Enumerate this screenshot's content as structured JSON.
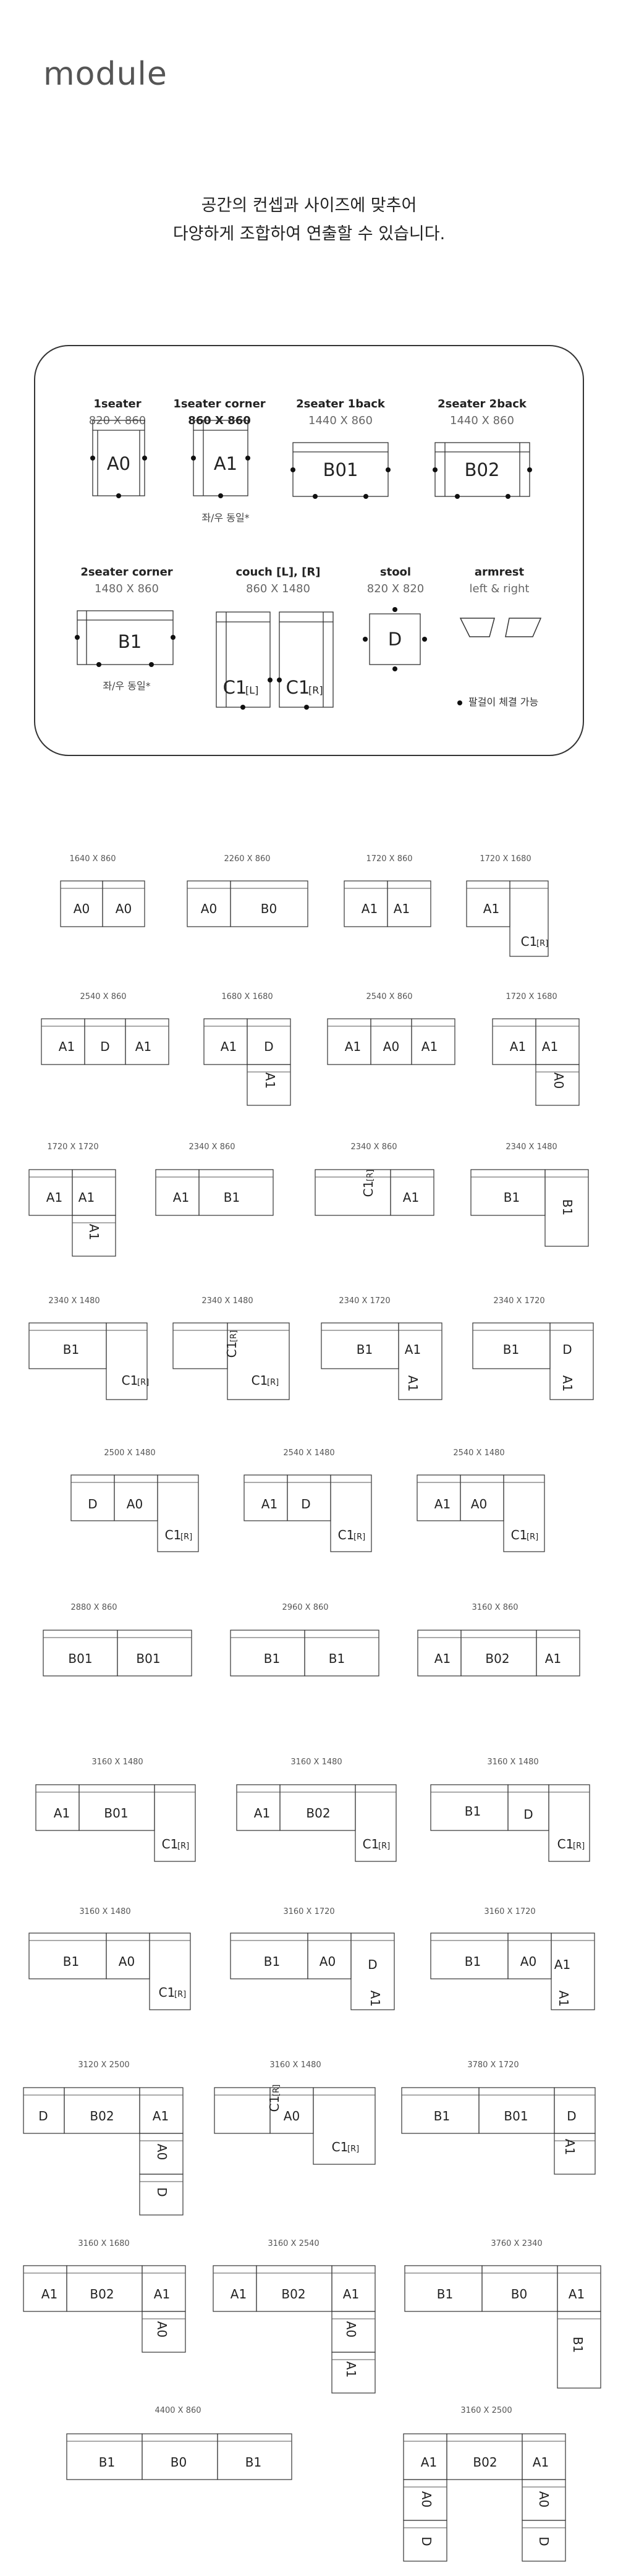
{
  "brand": "module",
  "intro": {
    "line1": "공간의 컨셉과 사이즈에 맞추어",
    "line2": "다양하게 조합하여 연출할 수 있습니다."
  },
  "modules": [
    {
      "name": "1seater",
      "size": "820 X 860",
      "code": "A0"
    },
    {
      "name": "1seater corner",
      "size": "860 X 860",
      "code": "A1",
      "note": "좌/우 동일*"
    },
    {
      "name": "2seater 1back",
      "size": "1440 X 860",
      "code": "B01"
    },
    {
      "name": "2seater 2back",
      "size": "1440 X 860",
      "code": "B02"
    },
    {
      "name": "2seater corner",
      "size": "1480 X 860",
      "code": "B1",
      "note": "좌/우 동일*"
    },
    {
      "name": "couch [L], [R]",
      "size": "860 X 1480",
      "code_l": "C1",
      "code_l_sub": "[L]",
      "code_r": "C1",
      "code_r_sub": "[R]"
    },
    {
      "name": "stool",
      "size": "820 X 820",
      "code": "D"
    },
    {
      "name": "armrest",
      "size": "left & right"
    }
  ],
  "legend": "팔걸이 체결 가능",
  "combo_titles": [
    "1640 X 860",
    "2260 X 860",
    "1720 X 860",
    "1720 X 1680",
    "2540 X 860",
    "1680 X 1680",
    "2540 X 860",
    "1720 X 1680",
    "1720 X 1720",
    "2340 X 860",
    "2340 X 860",
    "2340 X 1480",
    "2340 X 1480",
    "2340 X 1480",
    "2340 X 1720",
    "2340 X 1720",
    "2500 X 1480",
    "2540 X 1480",
    "2540 X 1480",
    "2880 X 860",
    "2960 X 860",
    "3160 X 860",
    "3160 X 1480",
    "3160 X 1480",
    "3160 X 1480",
    "3160 X 1480",
    "3160 X 1720",
    "3160 X 1720",
    "3120 X 2500",
    "3160 X 1480",
    "3780 X 1720",
    "3160 X 1680",
    "3160 X 2540",
    "3760 X 2340",
    "4400 X 860",
    "3160 X 2500"
  ],
  "combo_labels": [
    [
      "A0",
      "A0"
    ],
    [
      "A0",
      "B0"
    ],
    [
      "A1",
      "A1"
    ],
    [
      "A1",
      "C1",
      "[R]"
    ],
    [
      "A1",
      "D",
      "A1"
    ],
    [
      "A1",
      "D",
      "A1"
    ],
    [
      "A1",
      "A0",
      "A1"
    ],
    [
      "A1",
      "A1",
      "A0"
    ],
    [
      "A1",
      "A1",
      "A1"
    ],
    [
      "A1",
      "B1"
    ],
    [
      "C1",
      "[R]",
      "A1"
    ],
    [
      "B1",
      "B1"
    ],
    [
      "B1",
      "C1",
      "[R]"
    ],
    [
      "C1",
      "[R]",
      "C1",
      "[R]"
    ],
    [
      "B1",
      "A1",
      "A1"
    ],
    [
      "B1",
      "D",
      "A1"
    ],
    [
      "D",
      "A0",
      "C1",
      "[R]"
    ],
    [
      "A1",
      "D",
      "C1",
      "[R]"
    ],
    [
      "A1",
      "A0",
      "C1",
      "[R]"
    ],
    [
      "B01",
      "B01"
    ],
    [
      "B1",
      "B1"
    ],
    [
      "A1",
      "B02",
      "A1"
    ],
    [
      "A1",
      "B01",
      "C1",
      "[R]"
    ],
    [
      "A1",
      "B02",
      "C1",
      "[R]"
    ],
    [
      "B1",
      "D",
      "C1",
      "[R]"
    ],
    [
      "B1",
      "A0",
      "C1",
      "[R]"
    ],
    [
      "B1",
      "A0",
      "D",
      "A1"
    ],
    [
      "B1",
      "A0",
      "A1",
      "A1"
    ],
    [
      "D",
      "B02",
      "A1",
      "A0",
      "D"
    ],
    [
      "C1",
      "[R]",
      "A0",
      "C1",
      "[R]"
    ],
    [
      "B1",
      "B01",
      "D",
      "A1"
    ],
    [
      "A1",
      "B02",
      "A1",
      "A0"
    ],
    [
      "A1",
      "B02",
      "A1",
      "A0",
      "A1"
    ],
    [
      "B1",
      "B0",
      "A1",
      "B1"
    ],
    [
      "B1",
      "B0",
      "B1"
    ],
    [
      "A1",
      "B02",
      "A1",
      "A0",
      "A0",
      "D",
      "D"
    ]
  ]
}
